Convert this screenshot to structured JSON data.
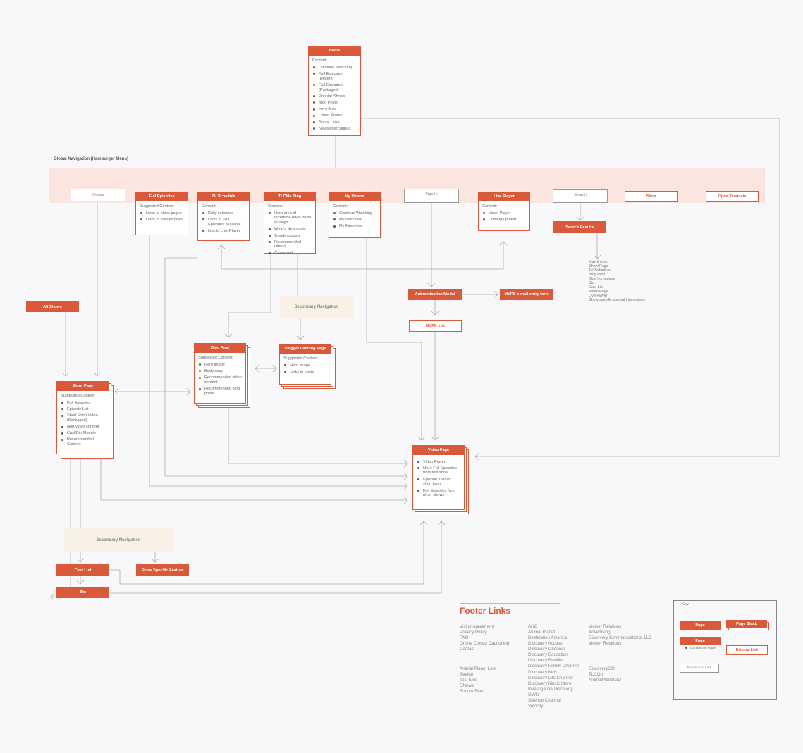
{
  "home": {
    "title": "Home",
    "label": "Content:",
    "items": [
      "Continue Watching",
      "Full Episodes (Recent)",
      "Full Episodes (Packaged)",
      "Popular Shows",
      "Blog Posts",
      "Hero Area",
      "Linear Promo",
      "Social Links",
      "Newsletter Signup"
    ]
  },
  "global_nav_title": "Global Navigation (Hamburger Menu)",
  "nav": {
    "shows": "Shows",
    "full_episodes": {
      "title": "Full Episodes",
      "label": "Suggested Content:",
      "items": [
        "Links to show pages",
        "Links to full episodes"
      ]
    },
    "tv_schedule": {
      "title": "TV Schedule",
      "label": "Content:",
      "items": [
        "Daily schedule",
        "Links to Full Episodes available",
        "Link to Live Player"
      ]
    },
    "tlcme_blog": {
      "title": "TLCMe Blog",
      "label": "Content:",
      "items": [
        "Hero area of recomme-nded posts or vlogs",
        "What's New posts",
        "Trending posts",
        "Recommended videos",
        "Genre sort"
      ]
    },
    "my_videos": {
      "title": "My Videos",
      "label": "Content:",
      "items": [
        "Continue Watching",
        "My Watchlist",
        "My Favorites"
      ]
    },
    "sign_in": "Sign In",
    "live_player": {
      "title": "Live Player",
      "label": "Content:",
      "items": [
        "Video Player",
        "Coming up next"
      ]
    },
    "search": "Search",
    "shop": "Shop",
    "open_template": "Open Template"
  },
  "search_results": "Search Results",
  "search_links": [
    "May link to:",
    "Show Page",
    "TV Schedule",
    "Blog Post",
    "Blog homepage",
    "Bio",
    "Cast List",
    "Video Page",
    "Live Player",
    "Show specific special interactives"
  ],
  "auth_modal": "Authentication Modal",
  "mvpd_form": "MVPD e-mail entry form",
  "mvpd_site": "MVPD site",
  "secondary_nav": "Secondary Navigation",
  "all_shows": "All Shows",
  "blog_post": {
    "title": "Blog Post",
    "label": "Suggested Content:",
    "items": [
      "Hero image",
      "Body copy",
      "Recommended video content",
      "Recommended blog posts"
    ]
  },
  "vlogger": {
    "title": "Vlogger Landing Page",
    "label": "Suggested Content:",
    "items": [
      "Hero image",
      "Links to posts"
    ]
  },
  "show_page": {
    "title": "Show Page",
    "label": "Suggested Content:",
    "items": [
      "Full Episodes",
      "Episode List",
      "Short Form Video (Packaged)",
      "Non-video content",
      "Cast/Bio Module",
      "Recommended Content"
    ]
  },
  "video_page": {
    "title": "Video Page",
    "items": [
      "Video Player",
      "More Full Episodes from this show",
      "Episode specific short form",
      "Full Episodes from other shows"
    ]
  },
  "cast_list": "Cast List",
  "show_feature": "Show Specific Feature",
  "bio": "Bio",
  "footer": {
    "title": "Footer Links",
    "col1a": [
      "Visitor Agreement",
      "Privacy Policy",
      "FAQ",
      "Online Closed Captioning",
      "Contact"
    ],
    "col1b": [
      "Animal Planet Live",
      "Seeker",
      "TestTube",
      "DNews",
      "Source Feed"
    ],
    "col2": [
      "AHC",
      "Animal Planet",
      "Destination America",
      "Discovery Access",
      "Discovery Channel",
      "Discovery Education",
      "Discovery Familia",
      "Discovery Family Channel",
      "Discovery Kids",
      "Discovery Life Channel",
      "Discovery Music Store",
      "Investigation Discovery",
      "OWN",
      "Science Channel",
      "Velocity"
    ],
    "col3a": [
      "Viewer Relations",
      "Advertising",
      "Discovery Communications, LLC",
      "Viewer Relations"
    ],
    "col3b": [
      "DiscoveryGO",
      "TLCGo",
      "AnimalPlanetGO"
    ]
  },
  "key": {
    "title": "Key",
    "page": "Page",
    "page_stack": "Page Stack",
    "page2": "Page",
    "content_on_page": "Content on Page",
    "external_link": "External Link",
    "function_or_link": "Function or Link"
  }
}
